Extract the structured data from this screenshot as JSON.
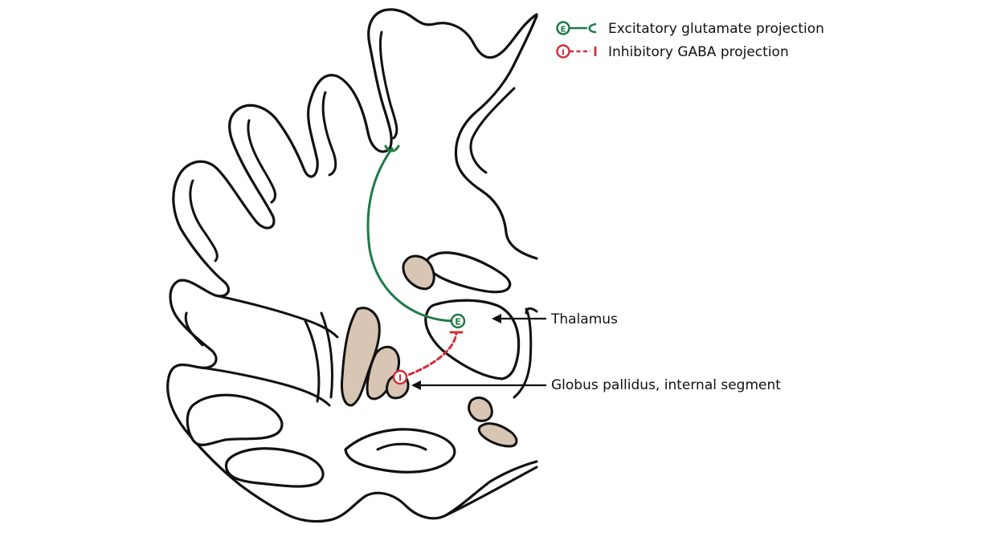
{
  "legend": {
    "excitatory": {
      "label": "Excitatory glutamate projection",
      "symbol": "E",
      "color": "#1e7a45"
    },
    "inhibitory": {
      "label": "Inhibitory GABA projection",
      "symbol": "I",
      "color": "#d0303a"
    }
  },
  "labels": {
    "thalamus": "Thalamus",
    "globus_pallidus": "Globus pallidus, internal segment"
  },
  "markers": {
    "excitatory_symbol": "E",
    "inhibitory_symbol": "I"
  },
  "colors": {
    "nucleus_fill": "#d8c5b3",
    "outline": "#111111",
    "background": "#ffffff"
  }
}
